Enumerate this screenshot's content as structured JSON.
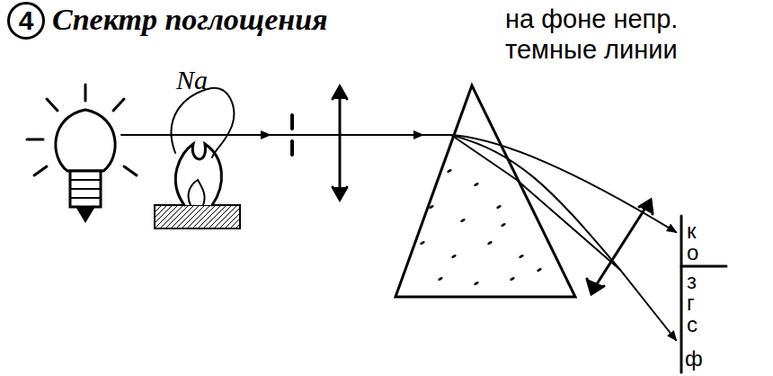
{
  "diagram": {
    "title": "Спектр поглощения",
    "nodes": [
      {
        "text": [
          "4"
        ]
      }
    ],
    "labels": [
      "на фоне непр. темные линии",
      "Na",
      "к",
      "о",
      "з",
      "г",
      "с",
      "ф"
    ]
  }
}
